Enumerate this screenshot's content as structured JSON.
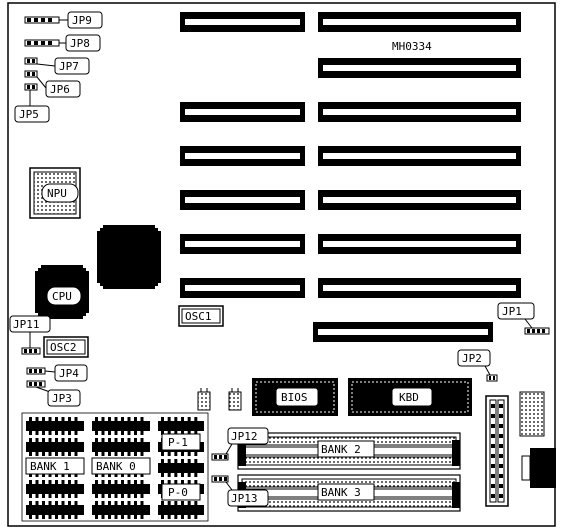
{
  "diagram": {
    "model_code": "MH0334",
    "chips": {
      "npu": "NPU",
      "cpu": "CPU",
      "osc1": "OSC1",
      "osc2": "OSC2",
      "bios": "BIOS",
      "kbd": "KBD"
    },
    "memory": {
      "bank0": "BANK 0",
      "bank1": "BANK 1",
      "bank2": "BANK 2",
      "bank3": "BANK 3",
      "p0": "P-0",
      "p1": "P-1"
    },
    "jumpers": {
      "jp1": "JP1",
      "jp2": "JP2",
      "jp3": "JP3",
      "jp4": "JP4",
      "jp5": "JP5",
      "jp6": "JP6",
      "jp7": "JP7",
      "jp8": "JP8",
      "jp9": "JP9",
      "jp11": "JP11",
      "jp12": "JP12",
      "jp13": "JP13"
    }
  }
}
